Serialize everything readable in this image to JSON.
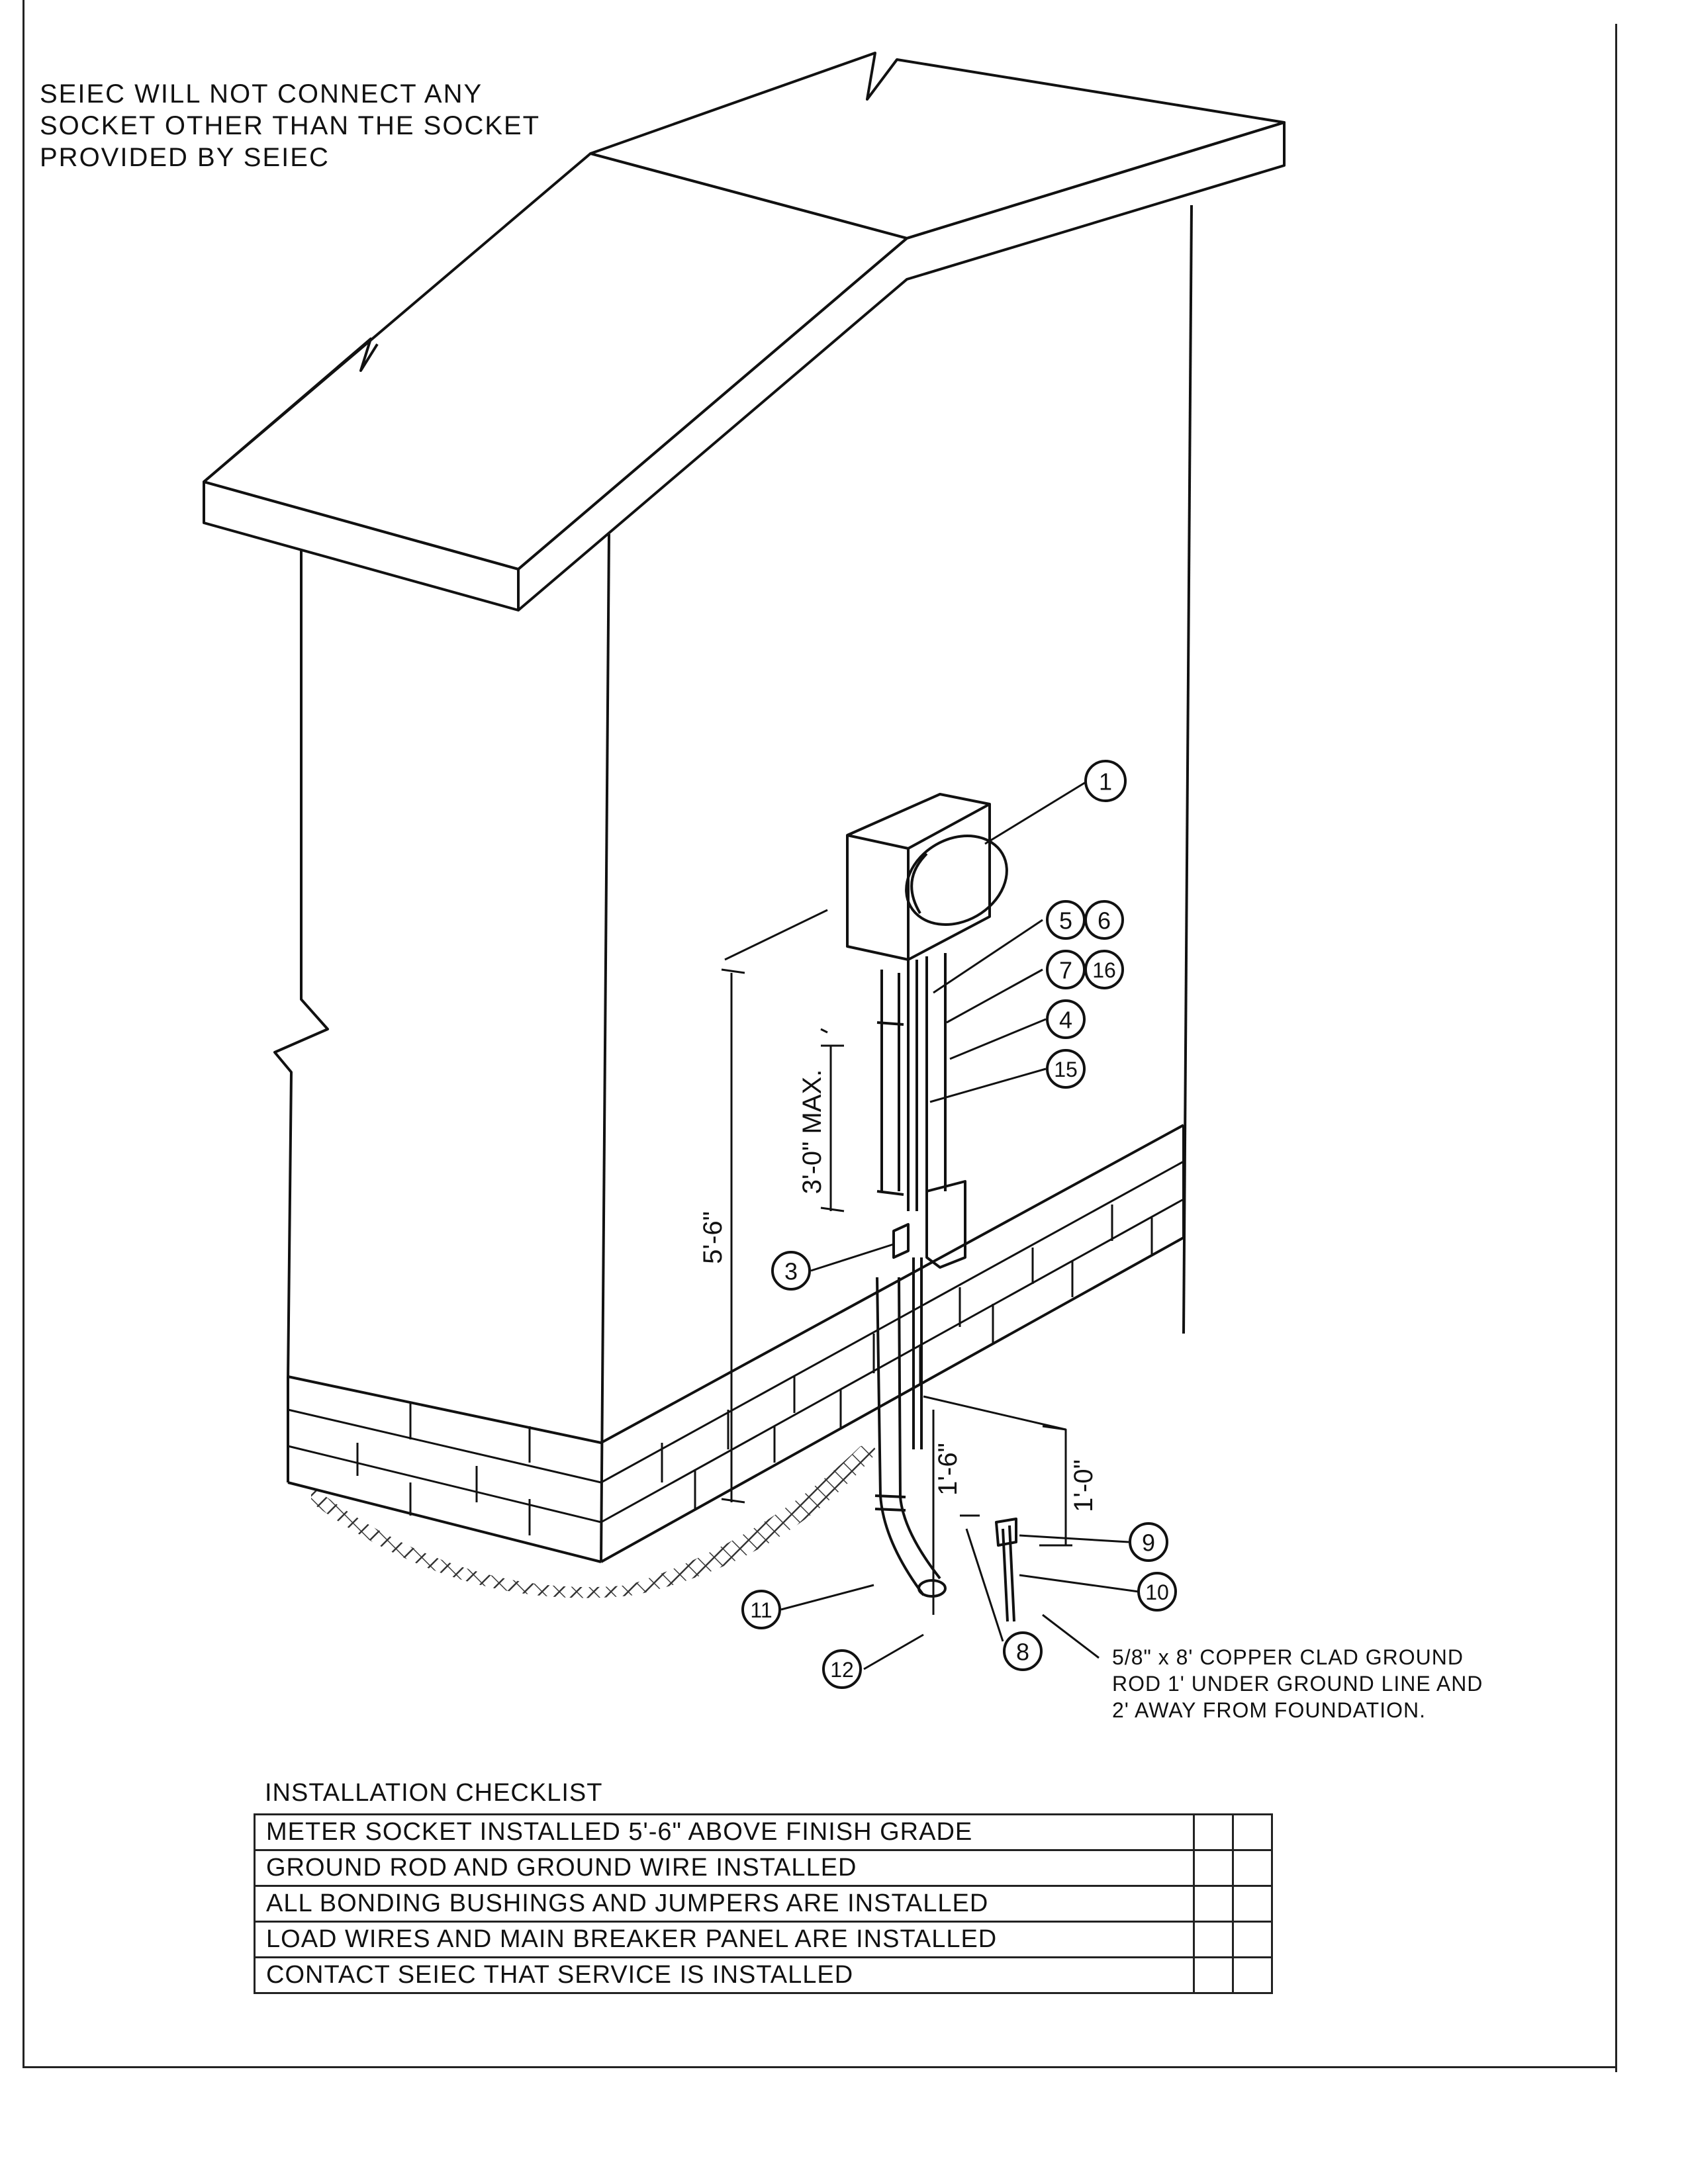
{
  "note": "SEIEC WILL NOT CONNECT ANY\nSOCKET OTHER THAN THE SOCKET\nPROVIDED BY SEIEC",
  "callouts": {
    "c1": "1",
    "c3": "3",
    "c4": "4",
    "c5": "5",
    "c6": "6",
    "c7": "7",
    "c8": "8",
    "c9": "9",
    "c10": "10",
    "c11": "11",
    "c12": "12",
    "c15": "15",
    "c16": "16"
  },
  "dimensions": {
    "meter_height": "5'-6\"",
    "max_spacing": "3'-0\" MAX.",
    "rod_depth": "1'-6\"",
    "rod_offset": "1'-0\""
  },
  "ground_rod_note": "5/8\" x 8' COPPER CLAD GROUND\nROD 1' UNDER GROUND LINE AND\n2' AWAY FROM FOUNDATION.",
  "checklist": {
    "title": "INSTALLATION CHECKLIST",
    "items": [
      "METER SOCKET INSTALLED 5'-6\" ABOVE FINISH GRADE",
      "GROUND ROD AND GROUND WIRE INSTALLED",
      "ALL BONDING BUSHINGS AND JUMPERS ARE INSTALLED",
      "LOAD WIRES AND MAIN BREAKER PANEL ARE INSTALLED",
      "CONTACT SEIEC THAT SERVICE IS INSTALLED"
    ]
  }
}
